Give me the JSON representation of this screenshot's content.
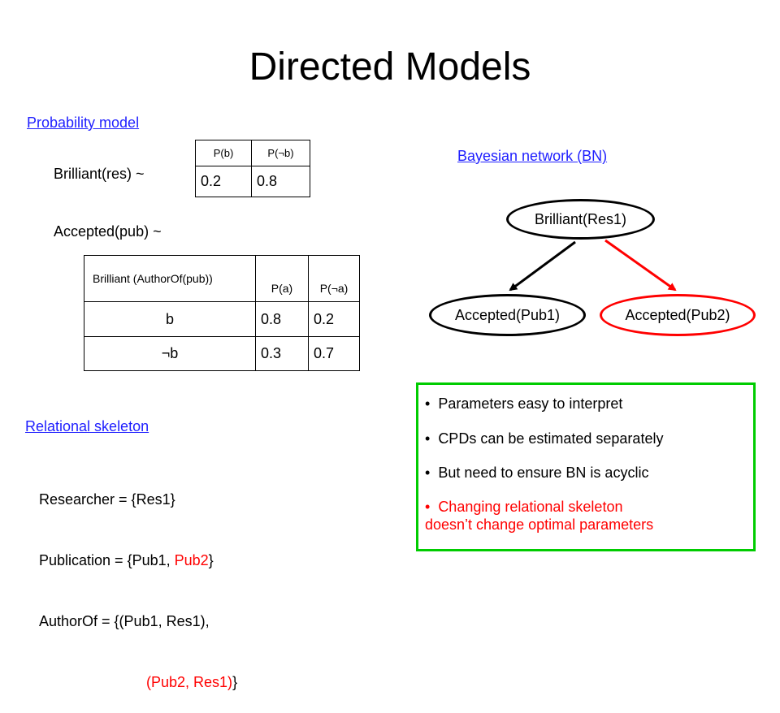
{
  "title": "Directed Models",
  "probability_model": {
    "heading": "Probability model",
    "brilliant_label": "Brilliant(res)  ~",
    "brilliant_table": {
      "headers": [
        "P(b)",
        "P(¬b)"
      ],
      "values": [
        "0.2",
        "0.8"
      ]
    },
    "accepted_label": "Accepted(pub)  ~",
    "accepted_table": {
      "header_parent": "Brilliant (AuthorOf(pub))",
      "header_pa": "P(a)",
      "header_pna": "P(¬a)",
      "rows": [
        {
          "parent": "b",
          "pa": "0.8",
          "pna": "0.2"
        },
        {
          "parent": "¬b",
          "pa": "0.3",
          "pna": "0.7"
        }
      ]
    }
  },
  "bayesian_network": {
    "heading": "Bayesian network (BN)",
    "nodes": {
      "root": "Brilliant(Res1)",
      "child1": "Accepted(Pub1)",
      "child2": "Accepted(Pub2)"
    },
    "colors": {
      "edge1": "#000000",
      "edge2": "#ff0000"
    }
  },
  "relational_skeleton": {
    "heading": "Relational skeleton",
    "researcher": "Researcher = {Res1}",
    "publication_prefix": "Publication = {Pub1, ",
    "publication_red": "Pub2",
    "publication_suffix": "}",
    "authorof_line1": "AuthorOf = {(Pub1, Res1),",
    "authorof_red": "(Pub2, Res1)",
    "authorof_suffix": "}"
  },
  "notes": {
    "border_color": "#00cc00",
    "bullets": [
      "Parameters easy to interpret",
      "CPDs can be estimated separately",
      "But need to ensure BN is acyclic"
    ],
    "red_bullet_line1": "Changing relational skeleton",
    "red_bullet_line2": "doesn’t change optimal parameters"
  }
}
